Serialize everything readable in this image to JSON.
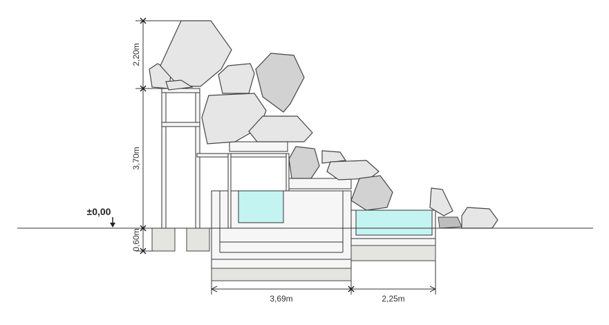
{
  "level_marker": {
    "label": "±0,00"
  },
  "dimensions": {
    "vertical": [
      {
        "label": "2,20m"
      },
      {
        "label": "3,70m"
      },
      {
        "label": "0,60m"
      }
    ],
    "horizontal": [
      {
        "label": "3,69m"
      },
      {
        "label": "2,25m"
      }
    ]
  },
  "colors": {
    "water": "#c4f4f2",
    "rock": "#e6e6e6",
    "line": "#333333"
  }
}
